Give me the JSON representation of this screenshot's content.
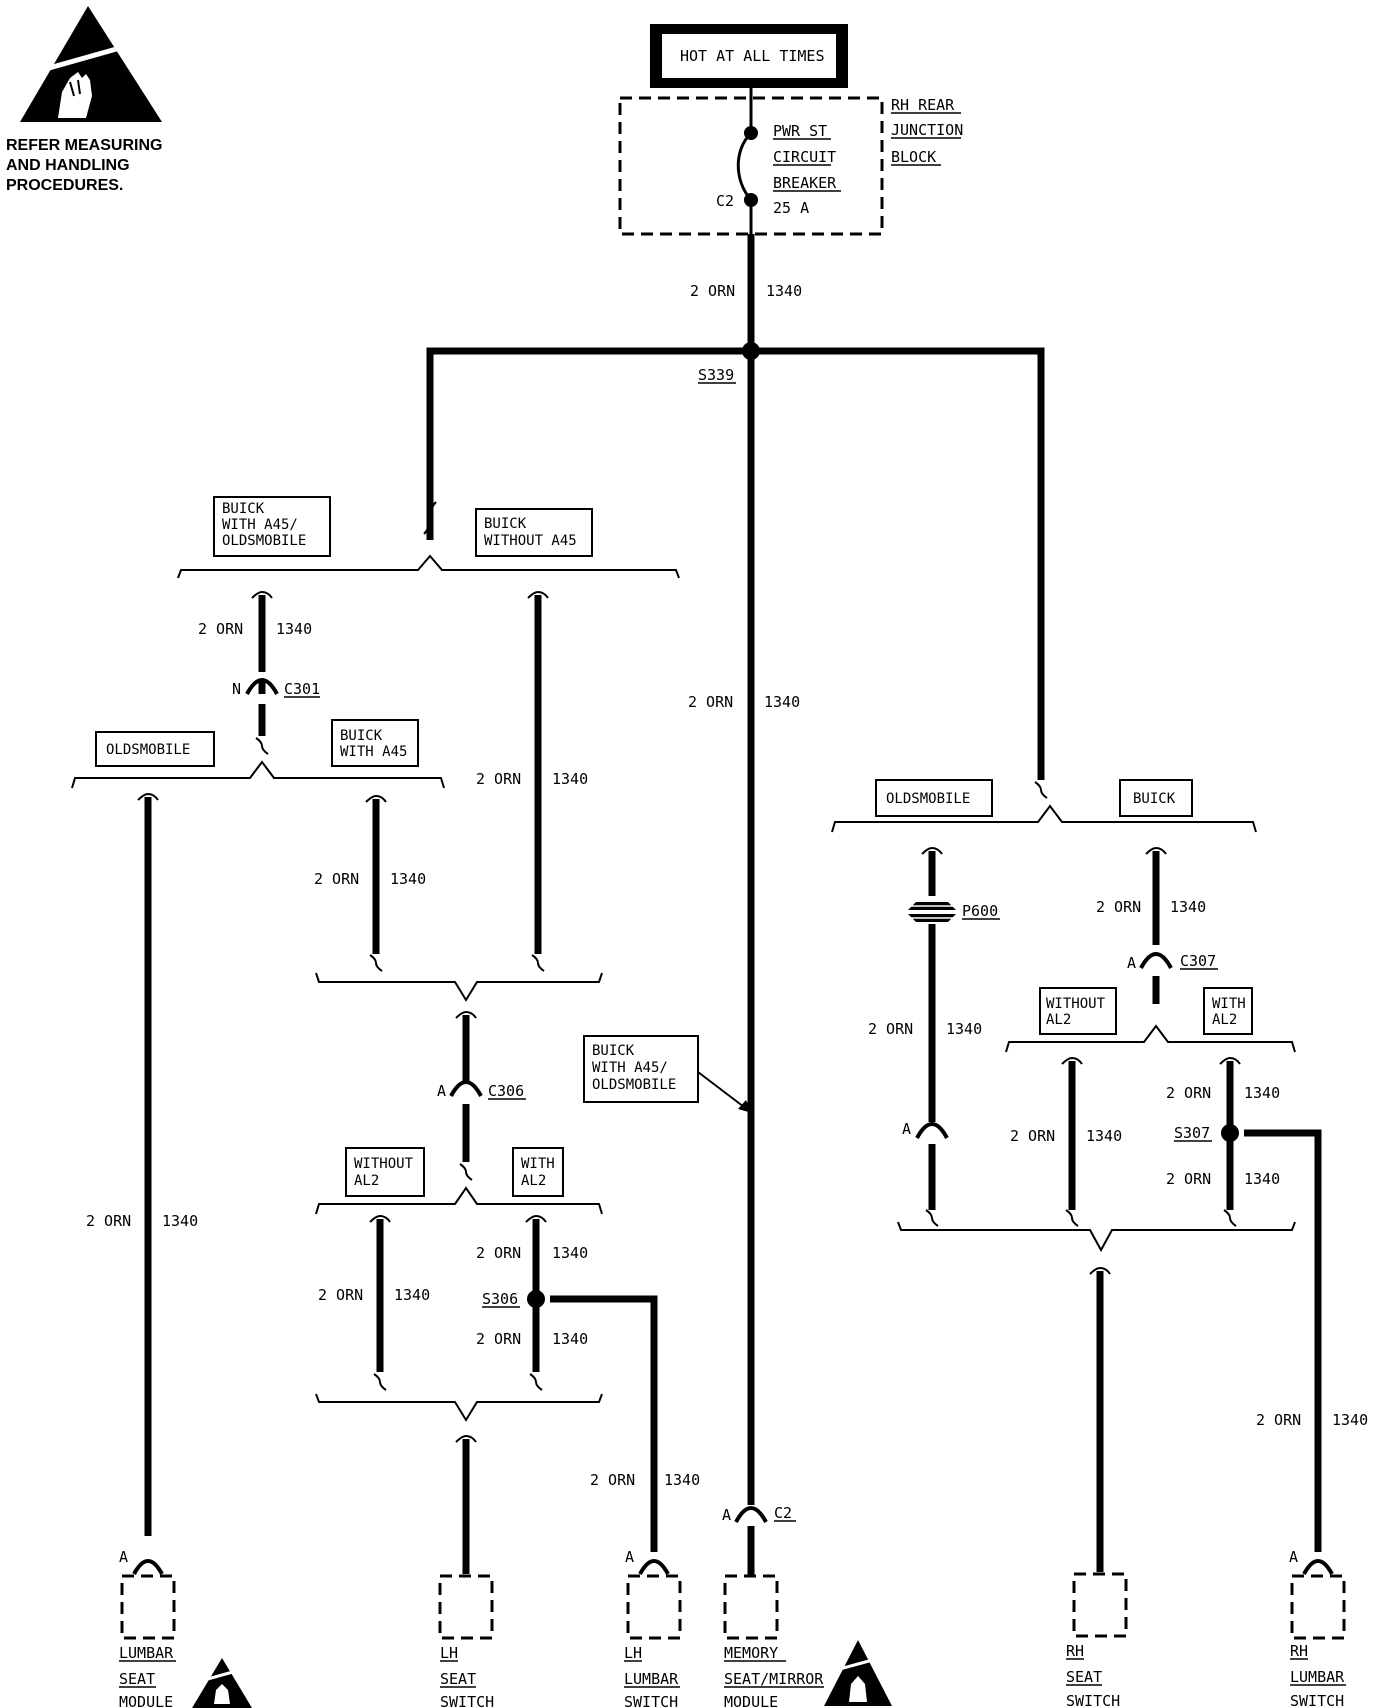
{
  "esd": {
    "lines": [
      "REFER MEASURING",
      "AND HANDLING",
      "PROCEDURES."
    ]
  },
  "power": {
    "hot_label": "HOT AT ALL TIMES",
    "breaker_lines": [
      "PWR ST",
      "CIRCUIT",
      "BREAKER",
      "25 A"
    ],
    "connector": "C2",
    "junction_lines": [
      "RH REAR",
      "JUNCTION",
      "BLOCK"
    ]
  },
  "wire": {
    "gauge": "2 ORN",
    "circuit": "1340"
  },
  "splices": {
    "s339": "S339",
    "s306": "S306",
    "s307": "S307"
  },
  "connectors": {
    "c301": "C301",
    "c301_pin": "N",
    "c306": "C306",
    "c306_pin": "A",
    "c307": "C307",
    "c307_pin": "A",
    "p600": "P600",
    "p600_pin": "A",
    "c2": "C2",
    "c2_pin": "A",
    "pin_a": "A"
  },
  "options": {
    "buick_a45_olds": [
      "BUICK",
      "WITH A45/",
      "OLDSMOBILE"
    ],
    "buick_without_a45": [
      "BUICK",
      "WITHOUT A45"
    ],
    "oldsmobile": "OLDSMOBILE",
    "buick_with_a45": [
      "BUICK",
      "WITH A45"
    ],
    "without_al2": [
      "WITHOUT",
      "AL2"
    ],
    "with_al2": [
      "WITH",
      "AL2"
    ],
    "buick": "BUICK",
    "pointer_label": [
      "BUICK",
      "WITH A45/",
      "OLDSMOBILE"
    ]
  },
  "components": [
    {
      "id": "lumbar-seat-module",
      "lines": [
        "LUMBAR",
        "SEAT",
        "MODULE"
      ]
    },
    {
      "id": "lh-seat-switch",
      "lines": [
        "LH",
        "SEAT",
        "SWITCH"
      ]
    },
    {
      "id": "lh-lumbar-switch",
      "lines": [
        "LH",
        "LUMBAR",
        "SWITCH"
      ]
    },
    {
      "id": "memory-seat-mirror-module",
      "lines": [
        "MEMORY",
        "SEAT/MIRROR",
        "MODULE"
      ]
    },
    {
      "id": "rh-seat-switch",
      "lines": [
        "RH",
        "SEAT",
        "SWITCH"
      ]
    },
    {
      "id": "rh-lumbar-switch",
      "lines": [
        "RH",
        "LUMBAR",
        "SWITCH"
      ]
    }
  ]
}
